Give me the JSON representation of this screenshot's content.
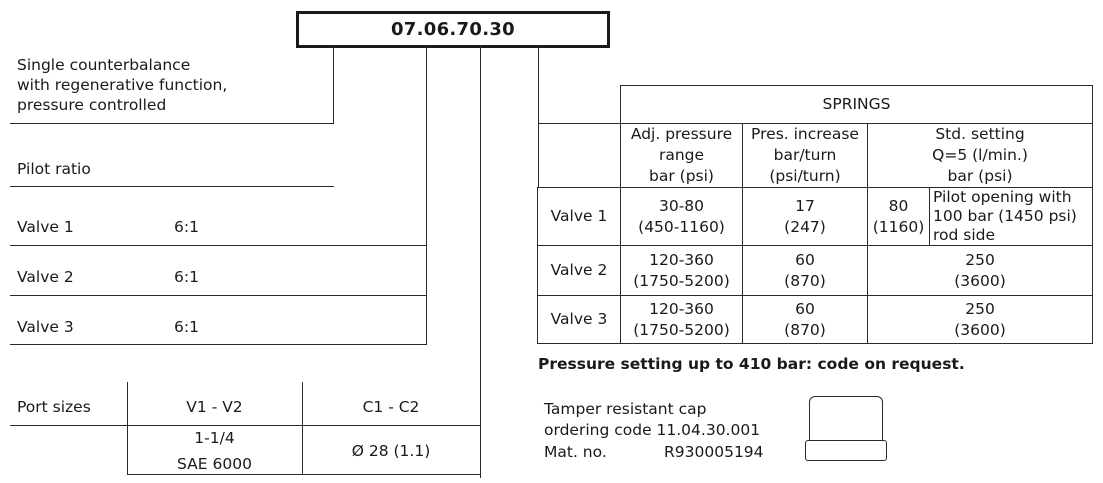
{
  "code": "07.06.70.30",
  "description": [
    "Single counterbalance",
    "with regenerative function,",
    "pressure controlled"
  ],
  "pilot": {
    "title": "Pilot ratio",
    "rows": [
      {
        "label": "Valve 1",
        "value": "6:1"
      },
      {
        "label": "Valve 2",
        "value": "6:1"
      },
      {
        "label": "Valve 3",
        "value": "6:1"
      }
    ]
  },
  "ports": {
    "label": "Port sizes",
    "headers": [
      "V1 - V2",
      "C1 - C2"
    ],
    "v_value": [
      "1-1/4",
      "SAE 6000"
    ],
    "c_value": "Ø 28 (1.1)"
  },
  "springs": {
    "title": "SPRINGS",
    "headers": [
      [
        "Adj. pressure",
        "range",
        "bar (psi)"
      ],
      [
        "Pres. increase",
        "bar/turn",
        "(psi/turn)"
      ],
      [
        "Std. setting",
        "Q=5 (l/min.)",
        "bar (psi)"
      ]
    ],
    "rows": [
      {
        "label": "Valve 1",
        "range": [
          "30-80",
          "(450-1160)"
        ],
        "increase": [
          "17",
          "(247)"
        ],
        "setting": [
          "80",
          "(1160)"
        ],
        "setting_note": [
          "Pilot opening with",
          "100 bar (1450 psi)",
          "rod side"
        ]
      },
      {
        "label": "Valve 2",
        "range": [
          "120-360",
          "(1750-5200)"
        ],
        "increase": [
          "60",
          "(870)"
        ],
        "setting": [
          "250",
          "(3600)"
        ]
      },
      {
        "label": "Valve 3",
        "range": [
          "120-360",
          "(1750-5200)"
        ],
        "increase": [
          "60",
          "(870)"
        ],
        "setting": [
          "250",
          "(3600)"
        ]
      }
    ]
  },
  "pressure_note": "Pressure setting up to 410 bar: code on request.",
  "cap": {
    "line1": "Tamper resistant cap",
    "line2": "ordering code 11.04.30.001",
    "mat_label": "Mat. no.",
    "mat_value": "R930005194"
  }
}
